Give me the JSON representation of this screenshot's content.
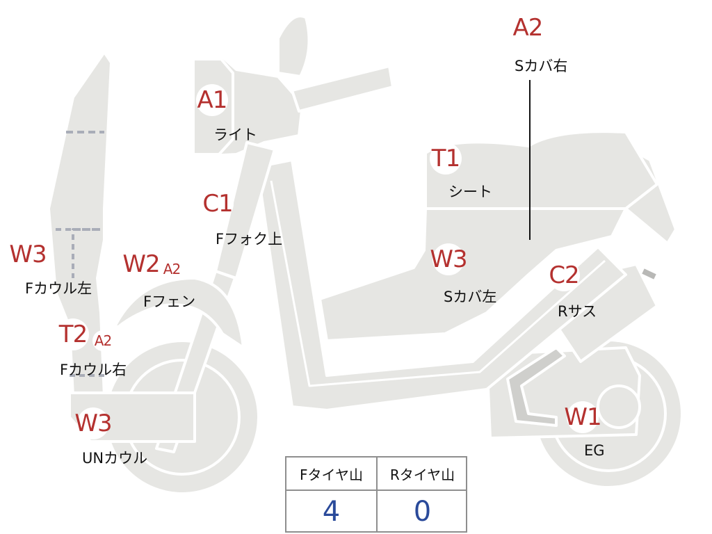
{
  "parts": [
    {
      "id": "light",
      "code": "A1",
      "label": "ライト"
    },
    {
      "id": "fork-upper",
      "code": "C1",
      "label": "Fフォク上"
    },
    {
      "id": "cover-right",
      "code": "A2",
      "label": "Sカバ右"
    },
    {
      "id": "seat",
      "code": "T1",
      "label": "シート"
    },
    {
      "id": "cover-left",
      "code": "W3",
      "label": "Sカバ左"
    },
    {
      "id": "rear-suspension",
      "code": "C2",
      "label": "Rサス"
    },
    {
      "id": "engine",
      "code": "W1",
      "label": "EG"
    },
    {
      "id": "front-fender",
      "code": "W2",
      "code2": "A2",
      "label": "Fフェン"
    },
    {
      "id": "front-cowl-left",
      "code": "W3",
      "label": "Fカウル左"
    },
    {
      "id": "front-cowl-right",
      "code": "T2",
      "code2": "A2",
      "label": "Fカウル右"
    },
    {
      "id": "under-cowl",
      "code": "W3",
      "label": "UNカウル"
    }
  ],
  "tire_table": {
    "headers": [
      "Fタイヤ山",
      "Rタイヤ山"
    ],
    "values": [
      "4",
      "0"
    ]
  },
  "colors": {
    "body_fill": "#e6e6e3",
    "outline": "#ffffff",
    "code_red": "#b4312f",
    "value_blue": "#2a4a9a",
    "dashed_grey": "#a9adb8"
  }
}
